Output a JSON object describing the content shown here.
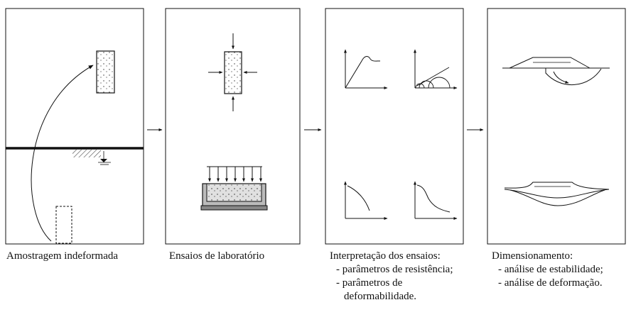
{
  "panels": [
    {
      "caption": "Amostragem  indeformada"
    },
    {
      "caption": "Ensaios de laboratório"
    },
    {
      "caption": "Interpretação dos ensaios:",
      "items": [
        "- parâmetros de resistência;",
        "- parâmetros de",
        "deformabilidade."
      ]
    },
    {
      "caption": "Dimensionamento:",
      "items": [
        "- análise de estabilidade;",
        "- análise de deformação."
      ]
    }
  ],
  "colors": {
    "line": "#111111",
    "fill": "#ffffff",
    "hatch": "#555555",
    "base": "#888888"
  }
}
